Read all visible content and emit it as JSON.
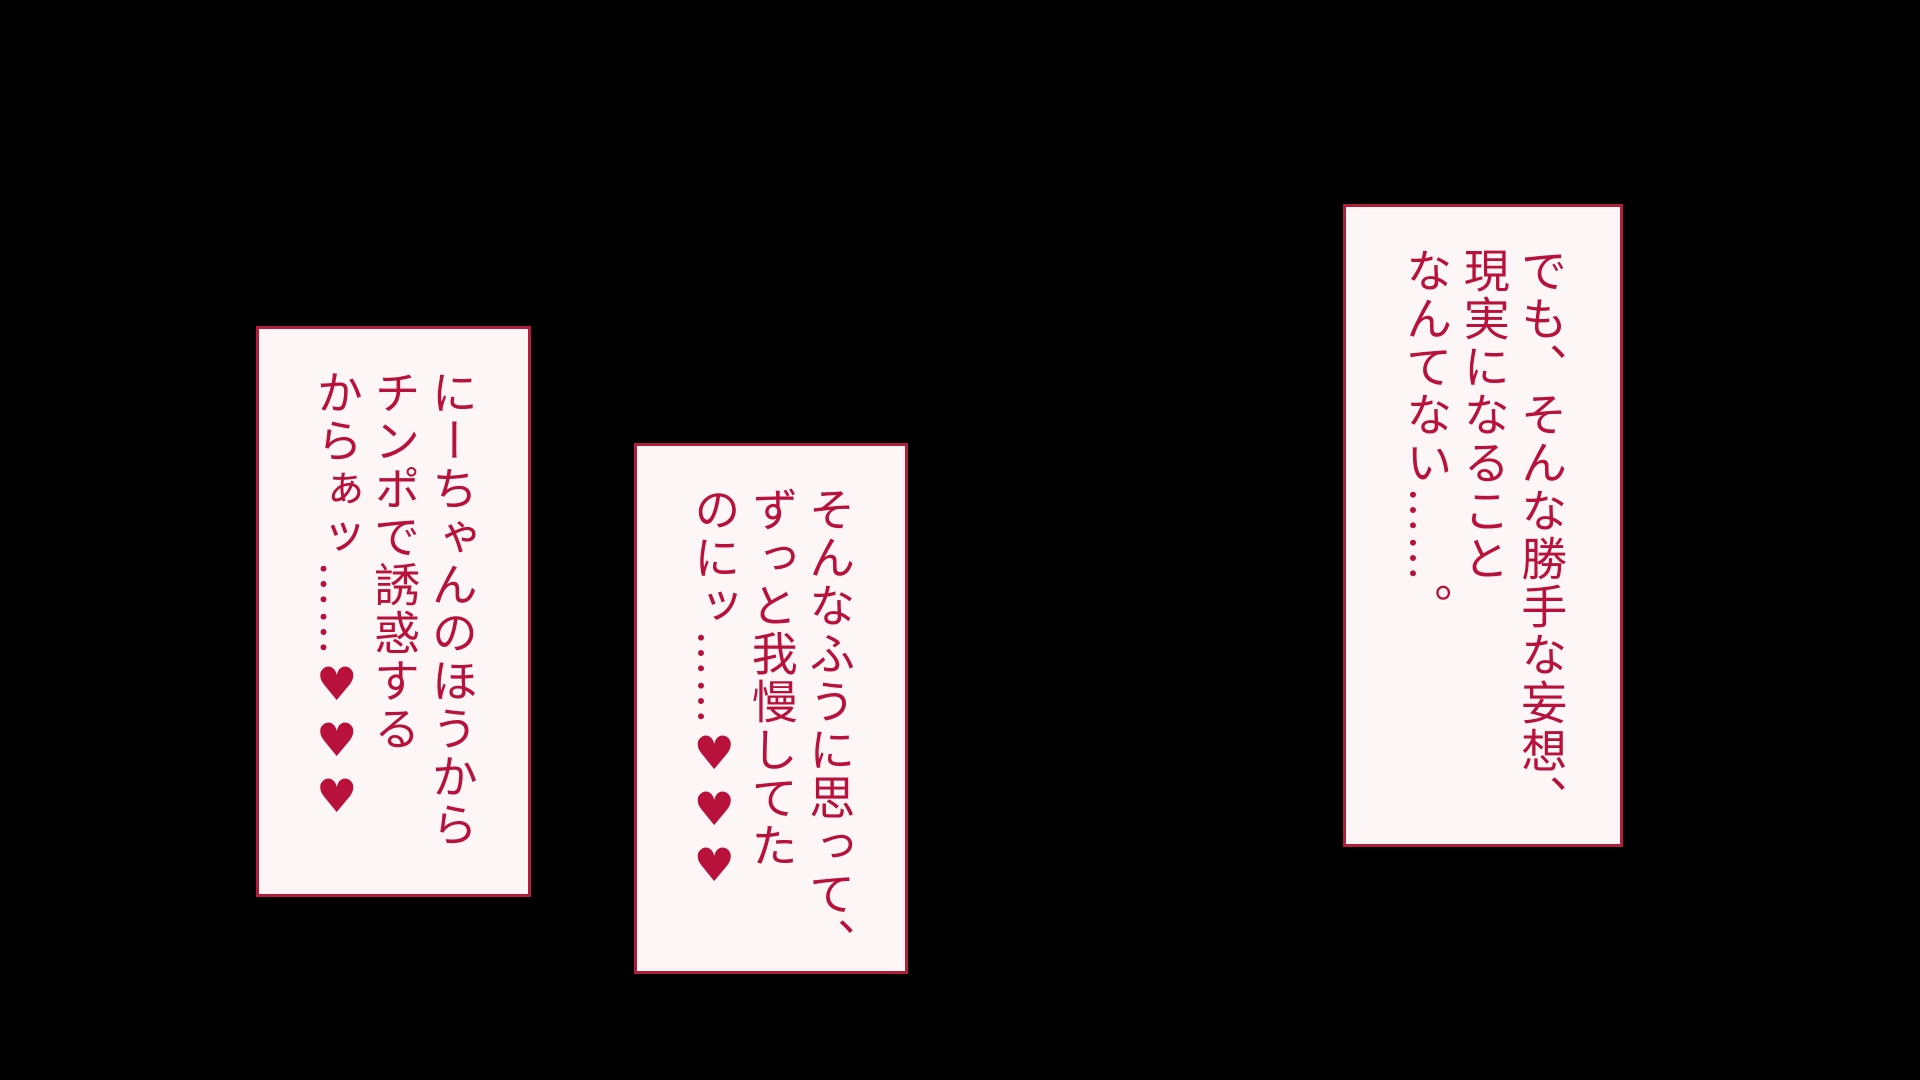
{
  "colors": {
    "background": "#000000",
    "box_fill": "#fcf6f7",
    "box_border": "#b01e3c",
    "text": "#b8113c"
  },
  "boxes": {
    "right": {
      "lines": [
        "でも、そんな勝手な妄想、",
        "現実になること",
        "なんてない……。"
      ]
    },
    "middle": {
      "lines": [
        "そんなふうに思って、",
        "ずっと我慢してた",
        "のにッ……♥♥♥"
      ]
    },
    "left": {
      "lines": [
        "にーちゃんのほうから",
        "チンポで誘惑する",
        "からぁッ……♥♥♥"
      ]
    }
  }
}
